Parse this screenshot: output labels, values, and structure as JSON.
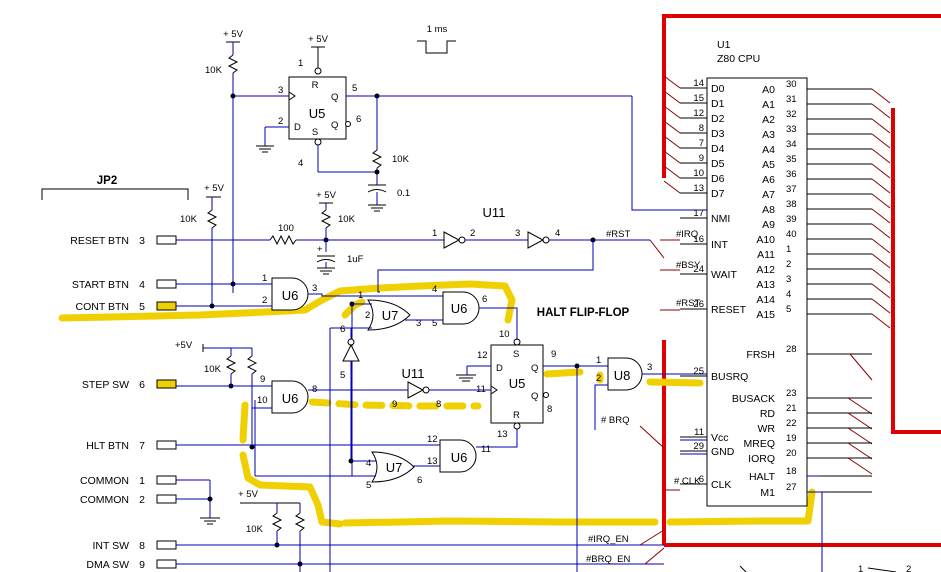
{
  "diagram": {
    "title_label": "HALT FLIP-FLOP",
    "pulse_label": "1 ms",
    "connector": "JP2",
    "cpu": {
      "ref": "U1",
      "name": "Z80 CPU"
    },
    "supply": "+ 5V",
    "supply_alt": "+5V",
    "gates": {
      "u5": "U5",
      "u6": "U6",
      "u7": "U7",
      "u8": "U8",
      "u11": "U11"
    },
    "resistors": {
      "r10k": "10K",
      "r100": "100"
    },
    "caps": {
      "c01": "0.1",
      "c1uf": "1uF"
    },
    "ff_pins": {
      "R": "R",
      "S": "S",
      "D": "D",
      "Q": "Q",
      "Qb": "Q"
    },
    "connector_pins": [
      {
        "label": "RESET BTN",
        "num": "3"
      },
      {
        "label": "START BTN",
        "num": "4"
      },
      {
        "label": "CONT BTN",
        "num": "5"
      },
      {
        "label": "STEP SW",
        "num": "6"
      },
      {
        "label": "HLT BTN",
        "num": "7"
      },
      {
        "label": "COMMON",
        "num": "1"
      },
      {
        "label": "COMMON",
        "num": "2"
      },
      {
        "label": "INT SW",
        "num": "8"
      },
      {
        "label": "DMA SW",
        "num": "9"
      }
    ],
    "cpu_left_pins": [
      {
        "name": "D0",
        "num": "14"
      },
      {
        "name": "D1",
        "num": "15"
      },
      {
        "name": "D2",
        "num": "12"
      },
      {
        "name": "D3",
        "num": "8"
      },
      {
        "name": "D4",
        "num": "7"
      },
      {
        "name": "D5",
        "num": "9"
      },
      {
        "name": "D6",
        "num": "10"
      },
      {
        "name": "D7",
        "num": "13"
      },
      {
        "name": "NMI",
        "num": "17"
      },
      {
        "name": "INT",
        "num": "16"
      },
      {
        "name": "WAIT",
        "num": "24"
      },
      {
        "name": "RESET",
        "num": "26"
      },
      {
        "name": "BUSRQ",
        "num": "25"
      },
      {
        "name": "Vcc",
        "num": "11"
      },
      {
        "name": "GND",
        "num": "29"
      },
      {
        "name": "CLK",
        "num": "6"
      }
    ],
    "cpu_right_pins": [
      {
        "name": "A0",
        "num": "30"
      },
      {
        "name": "A1",
        "num": "31"
      },
      {
        "name": "A2",
        "num": "32"
      },
      {
        "name": "A3",
        "num": "33"
      },
      {
        "name": "A4",
        "num": "34"
      },
      {
        "name": "A5",
        "num": "35"
      },
      {
        "name": "A6",
        "num": "36"
      },
      {
        "name": "A7",
        "num": "37"
      },
      {
        "name": "A8",
        "num": "38"
      },
      {
        "name": "A9",
        "num": "39"
      },
      {
        "name": "A10",
        "num": "40"
      },
      {
        "name": "A11",
        "num": "1"
      },
      {
        "name": "A12",
        "num": "2"
      },
      {
        "name": "A13",
        "num": "3"
      },
      {
        "name": "A14",
        "num": "4"
      },
      {
        "name": "A15",
        "num": "5"
      },
      {
        "name": "FRSH",
        "num": "28"
      },
      {
        "name": "BUSACK",
        "num": "23"
      },
      {
        "name": "RD",
        "num": "21"
      },
      {
        "name": "WR",
        "num": "22"
      },
      {
        "name": "MREQ",
        "num": "19"
      },
      {
        "name": "IORQ",
        "num": "20"
      },
      {
        "name": "HALT",
        "num": "18"
      },
      {
        "name": "M1",
        "num": "27"
      }
    ],
    "nets": {
      "rst": "#RST",
      "irq": "#IRQ",
      "bsy": "#BSY",
      "rst2": "#RST",
      "brq": "# BRQ",
      "clk": "# CLK",
      "irq_en": "#IRQ_EN",
      "brq_en": "#BRQ_EN"
    },
    "pin_numbers": {
      "u5a": [
        "1",
        "3",
        "2",
        "5",
        "6",
        "4"
      ],
      "u5b": [
        "12",
        "10",
        "11",
        "9",
        "8",
        "13"
      ],
      "u6a": [
        "1",
        "2",
        "3"
      ],
      "u6b": [
        "4",
        "5",
        "6"
      ],
      "u6c": [
        "9",
        "10",
        "8"
      ],
      "u6d": [
        "12",
        "13",
        "11"
      ],
      "u7a": [
        "1",
        "2",
        "3"
      ],
      "u7b": [
        "4",
        "5",
        "6"
      ],
      "u8": [
        "1",
        "2",
        "3"
      ],
      "u11": [
        "1",
        "2",
        "3",
        "4",
        "9",
        "8"
      ],
      "inv": [
        "6",
        "5"
      ],
      "page": "1",
      "page2": "2"
    }
  }
}
